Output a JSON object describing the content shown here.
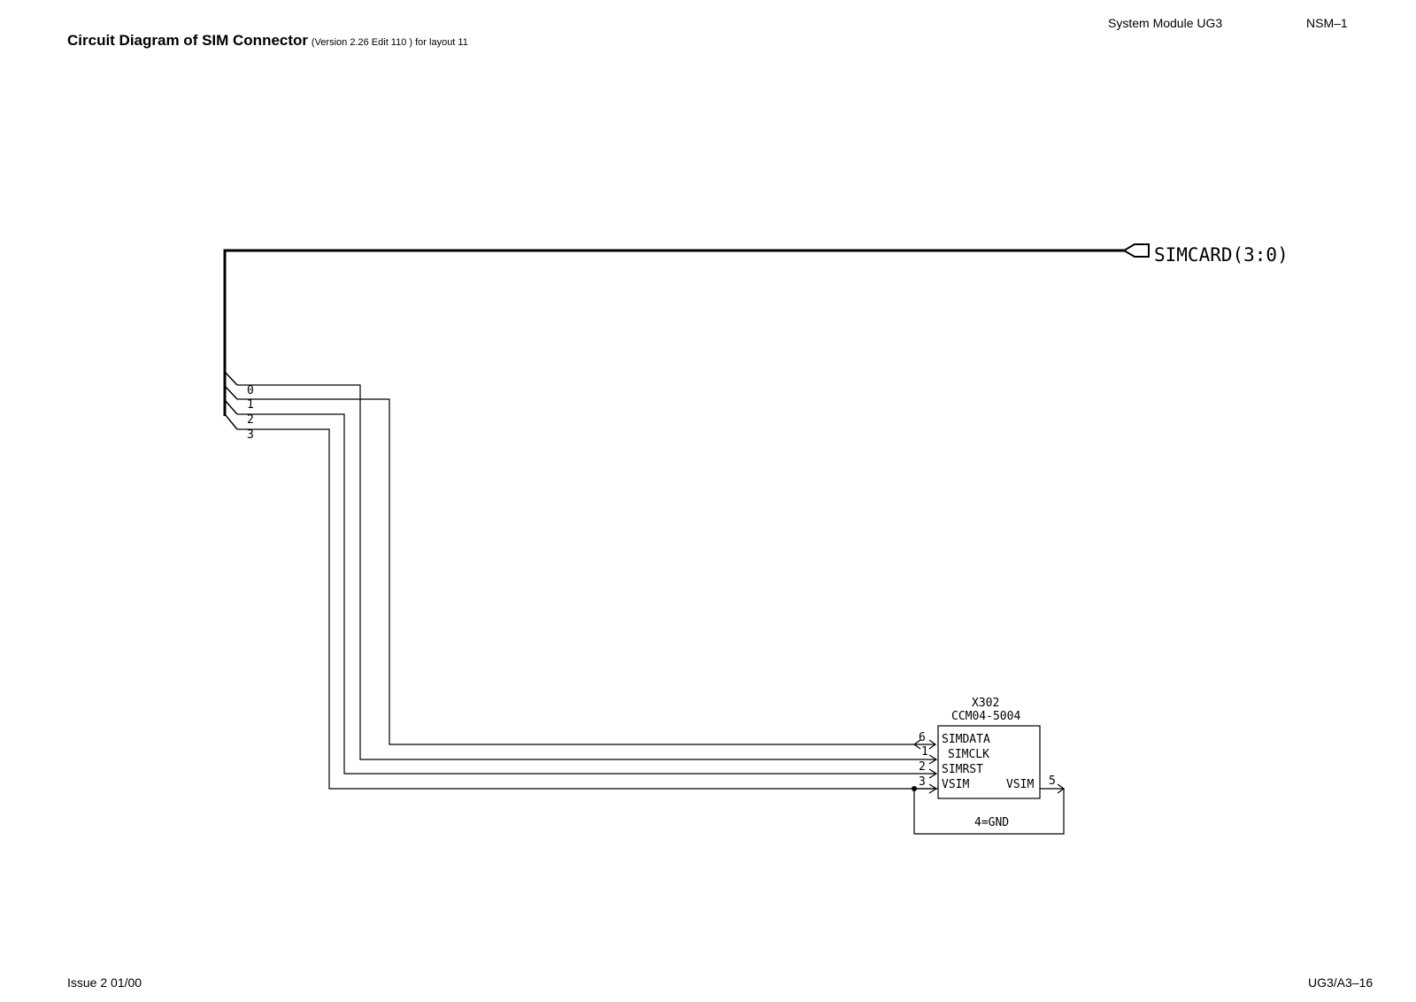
{
  "header": {
    "title": "Circuit Diagram of SIM Connector",
    "subtitle": "(Version 2.26   Edit 110 ) for layout 11",
    "module": "System Module UG3",
    "product": "NSM–1"
  },
  "footer": {
    "issue": "Issue 2 01/00",
    "page_ref": "UG3/A3–16"
  },
  "schematic": {
    "bus_label": "SIMCARD(3:0)",
    "bus_taps": [
      "0",
      "1",
      "2",
      "3"
    ],
    "component": {
      "ref": "X302",
      "part": "CCM04-5004",
      "pins": [
        {
          "num": "6",
          "name": "SIMDATA"
        },
        {
          "num": "1",
          "name": "SIMCLK"
        },
        {
          "num": "2",
          "name": "SIMRST"
        },
        {
          "num": "3",
          "name": "VSIM"
        }
      ],
      "right_pin": {
        "num": "5",
        "name": "VSIM"
      },
      "gnd_label": "4=GND"
    }
  }
}
